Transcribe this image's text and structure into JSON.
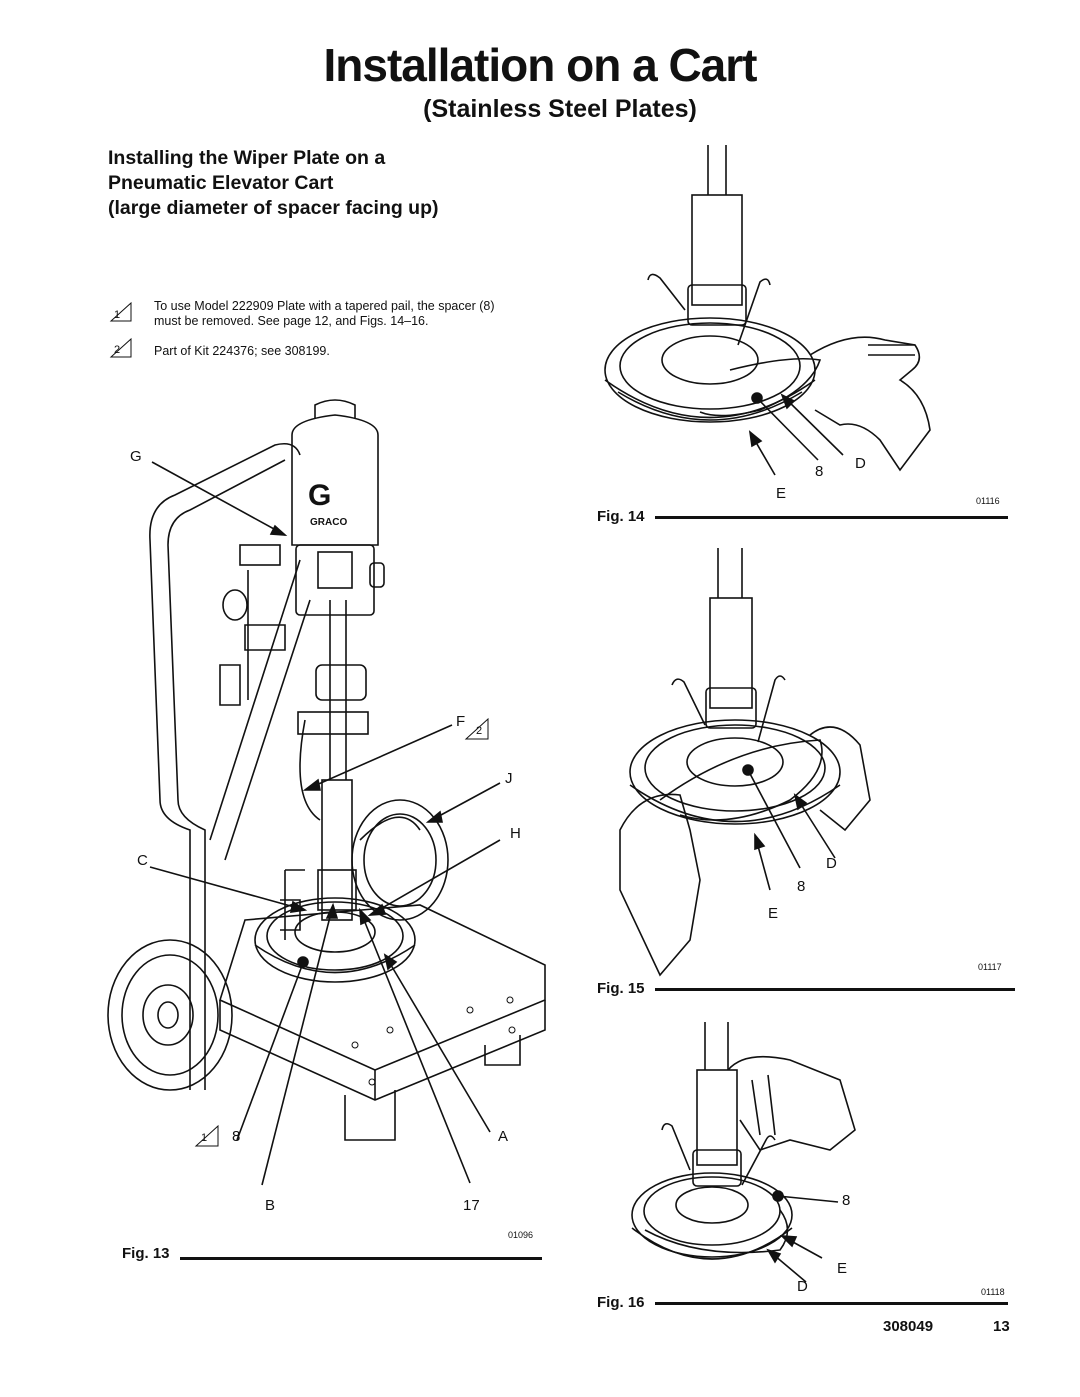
{
  "header": {
    "title": "Installation on a Cart",
    "subtitle": "(Stainless Steel Plates)"
  },
  "section": {
    "title_lines": [
      "Installing the Wiper Plate on a",
      "Pneumatic Elevator Cart",
      "(large diameter of spacer facing up)"
    ]
  },
  "notes": [
    {
      "marker": "1",
      "lines": [
        "To use Model 222909 Plate with a tapered pail, the spacer (8)",
        "must be removed. See page 12, and Figs. 14–16."
      ]
    },
    {
      "marker": "2",
      "lines": [
        "Part of Kit 224376; see 308199."
      ]
    }
  ],
  "figures": {
    "fig13": {
      "label": "Fig. 13",
      "code": "01096",
      "brand": "GRACO",
      "callouts": {
        "G": "G",
        "F": "F",
        "F_marker": "2",
        "J": "J",
        "H": "H",
        "C": "C",
        "eight": "8",
        "eight_marker": "1",
        "A": "A",
        "B": "B",
        "seventeen": "17"
      }
    },
    "fig14": {
      "label": "Fig. 14",
      "code": "01116",
      "callouts": {
        "D": "D",
        "eight": "8",
        "E": "E"
      }
    },
    "fig15": {
      "label": "Fig. 15",
      "code": "01117",
      "callouts": {
        "D": "D",
        "eight": "8",
        "E": "E"
      }
    },
    "fig16": {
      "label": "Fig. 16",
      "code": "01118",
      "callouts": {
        "eight": "8",
        "E": "E",
        "D": "D"
      }
    }
  },
  "footer": {
    "doc_number": "308049",
    "page_number": "13"
  }
}
